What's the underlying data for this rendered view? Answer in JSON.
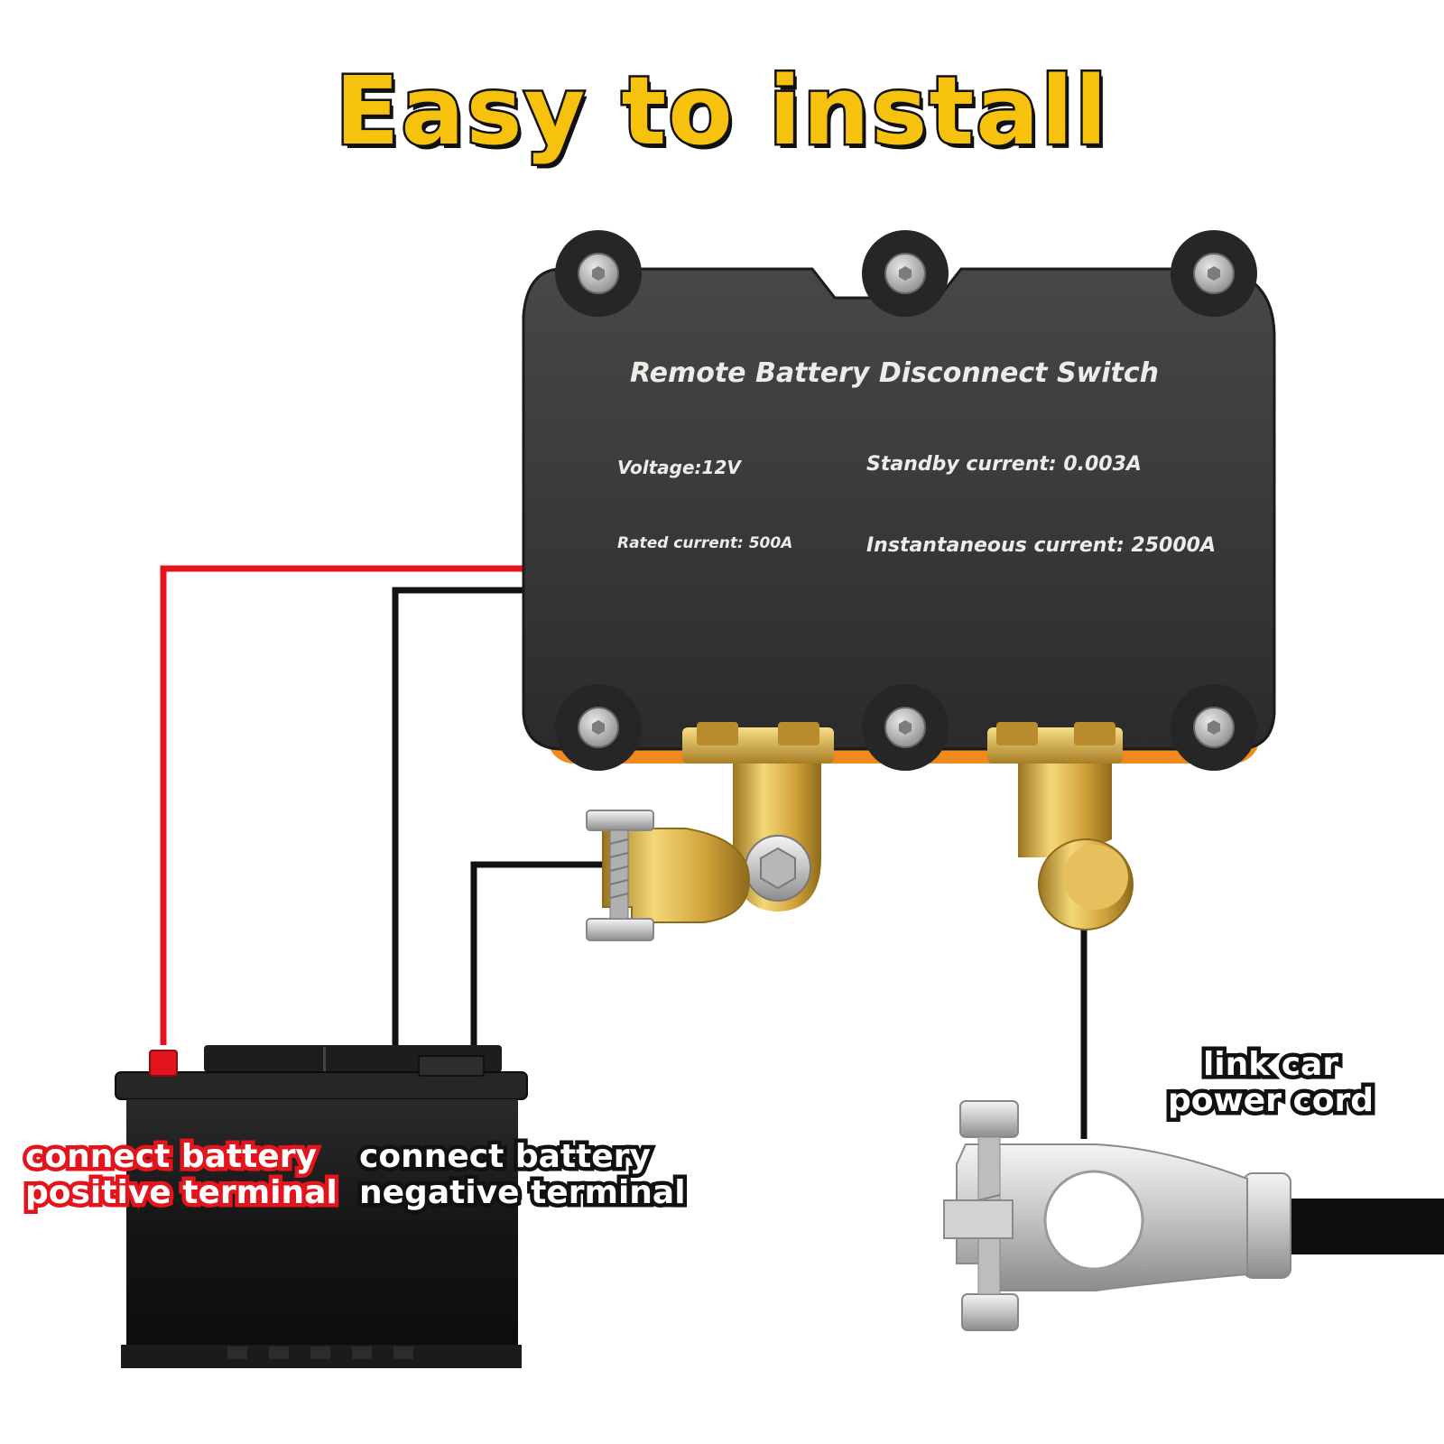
{
  "headline": "Easy to install",
  "device": {
    "name": "Remote Battery Disconnect Switch",
    "voltage": "Voltage:12V",
    "standby_current": "Standby current: 0.003A",
    "rated_current": "Rated current: 500A",
    "instantaneous_current": "Instantaneous current: 25000A"
  },
  "labels": {
    "positive": [
      "connect battery",
      "positive terminal"
    ],
    "negative": [
      "connect battery",
      "negative terminal"
    ],
    "power_cord": [
      "link car",
      "power cord"
    ]
  },
  "colors": {
    "headline_fill": "#f6c20e",
    "positive_wire": "#e3141b",
    "negative_wire": "#111111",
    "brass": "#d8a93a",
    "switch_body": "#3a3a3a",
    "gasket": "#f08a1c"
  }
}
